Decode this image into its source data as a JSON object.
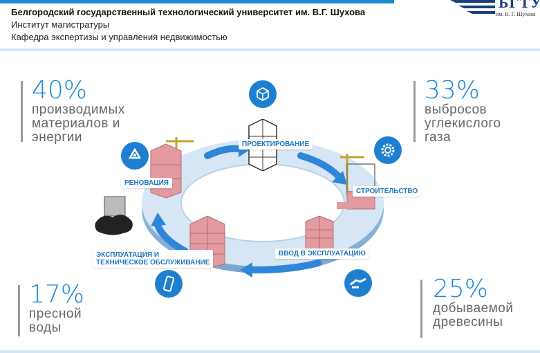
{
  "header": {
    "university": "Белгородский государственный технологический университет им. В.Г. Шухова",
    "institute": "Институт магистратуры",
    "department": "Кафедра экспертизы и управления недвижимостью"
  },
  "logo": {
    "brand": "БГТУ",
    "subtitle": "им. В. Г. Шухова"
  },
  "stats": {
    "top_left": {
      "percent": "40%",
      "text": "производимых\nматериалов и\nэнергии"
    },
    "top_right": {
      "percent": "33%",
      "text": "выбросов\nуглекислого\nгаза"
    },
    "bottom_left": {
      "percent": "17%",
      "text": "пресной\nводы"
    },
    "bottom_right": {
      "percent": "25%",
      "text": "добываемой\nдревесины"
    }
  },
  "stages": {
    "design": "ПРОЕКТИРОВАНИЕ",
    "construction": "СТРОИТЕЛЬСТВО",
    "commissioning": "ВВОД В ЭКСПЛУАТАЦИЮ",
    "operation": "ЭКСПЛУАТАЦИЯ И\nТЕХНИЧЕСКОЕ ОБСЛУЖИВАНИЕ",
    "renovation": "РЕНОВАЦИЯ"
  },
  "colors": {
    "accent": "#1e88d3",
    "ring": "#c9dcee",
    "arrow": "#2e86d8",
    "building": "#e39aa0"
  },
  "icons": [
    "cube-icon",
    "gear-icon",
    "handshake-icon",
    "phone-icon",
    "recycle-icon"
  ]
}
